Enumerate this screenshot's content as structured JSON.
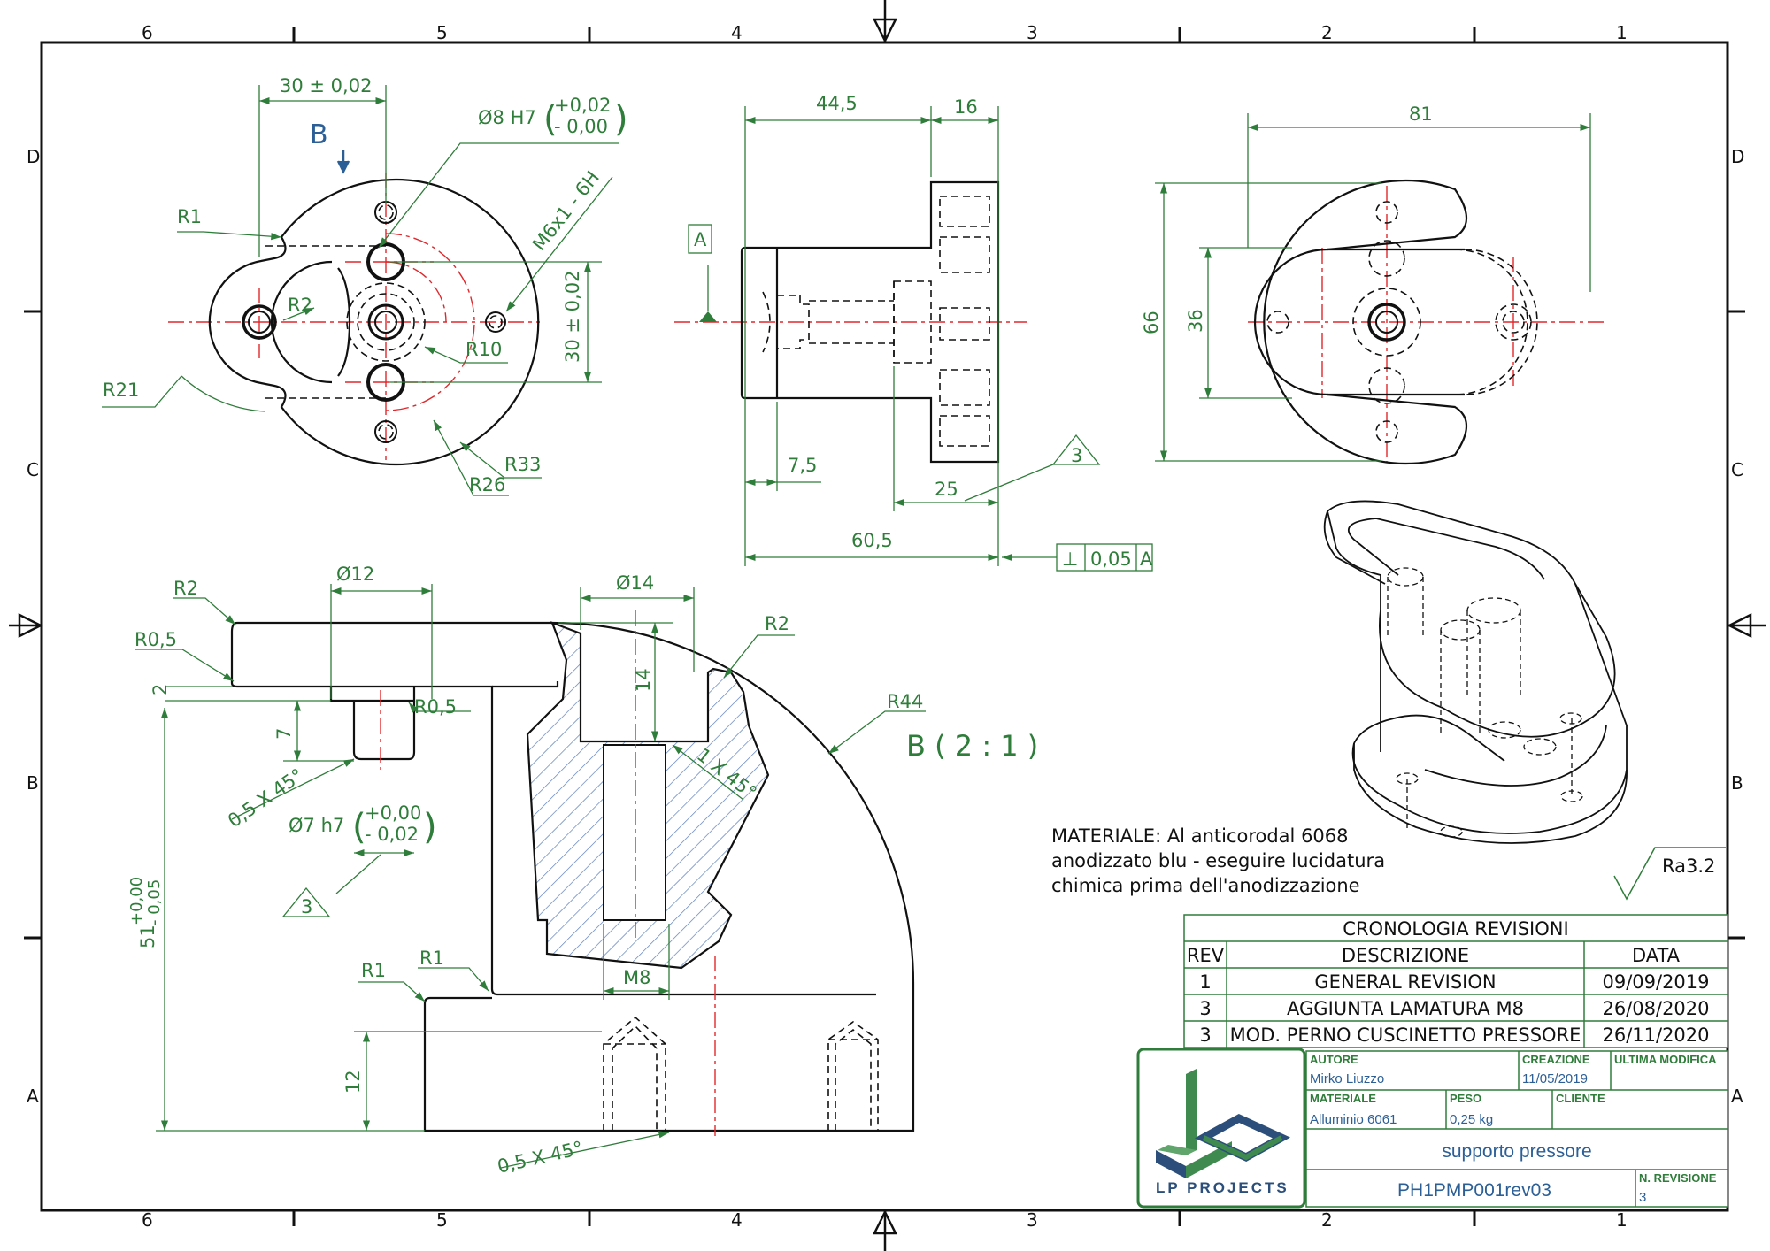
{
  "sheet": {
    "column_labels": [
      "6",
      "5",
      "4",
      "3",
      "2",
      "1"
    ],
    "row_labels": [
      "D",
      "C",
      "B",
      "A"
    ]
  },
  "view_front": {
    "section_marker": "B",
    "dims": {
      "width_30": "30 ± 0,02",
      "bore_label": "Ø8 H7",
      "bore_tol_upper": "+0,02",
      "bore_tol_lower": "- 0,00",
      "thread": "M6x1 - 6H",
      "height_30": "30 ± 0,02",
      "r1": "R1",
      "r2": "R2",
      "r10": "R10",
      "r21": "R21",
      "r26": "R26",
      "r33": "R33"
    }
  },
  "view_side": {
    "datum": "A",
    "dims": {
      "d44_5": "44,5",
      "d16": "16",
      "d7_5": "7,5",
      "d25": "25",
      "d60_5": "60,5"
    },
    "note_triangle": "3",
    "perpendicularity_symbol": "⊥",
    "perpendicularity_value": "0,05",
    "perpendicularity_datum": "A"
  },
  "view_top": {
    "dims": {
      "d81": "81",
      "d66": "66",
      "d36": "36"
    }
  },
  "detail_b": {
    "title": "B ( 2 : 1 )",
    "dims": {
      "r2_top": "R2",
      "r0_5_a": "R0,5",
      "d12": "Ø12",
      "d2": "2",
      "r0_5_b": "R0,5",
      "d7": "7",
      "chamfer_a": "0,5 X 45°",
      "pin_label": "Ø7 h7",
      "pin_tol_upper": "+0,00",
      "pin_tol_lower": "- 0,02",
      "note_triangle": "3",
      "h51": "51",
      "h51_tol_upper": "+0,00",
      "h51_tol_lower": "- 0,05",
      "d14_dia": "Ø14",
      "d14_depth": "14",
      "r2_right": "R2",
      "chamfer_b": "1 X 45°",
      "r44": "R44",
      "m8": "M8",
      "r1_a": "R1",
      "r1_b": "R1",
      "d12_height": "12",
      "chamfer_c": "0,5 X 45°"
    }
  },
  "notes": {
    "material_line1": "MATERIALE: Al anticorodal 6068",
    "material_line2": "anodizzato blu - eseguire lucidatura",
    "material_line3": "chimica prima dell'anodizzazione",
    "roughness": "Ra3.2"
  },
  "revisions": {
    "title": "CRONOLOGIA REVISIONI",
    "headers": [
      "REV",
      "DESCRIZIONE",
      "DATA"
    ],
    "rows": [
      [
        "1",
        "GENERAL REVISION",
        "09/09/2019"
      ],
      [
        "3",
        "AGGIUNTA LAMATURA M8",
        "26/08/2020"
      ],
      [
        "3",
        "MOD. PERNO CUSCINETTO PRESSORE",
        "26/11/2020"
      ]
    ]
  },
  "title_block": {
    "logo_text": "LP PROJECTS",
    "autore_label": "AUTORE",
    "autore": "Mirko Liuzzo",
    "creazione_label": "CREAZIONE",
    "creazione": "11/05/2019",
    "ultima_label": "ULTIMA MODIFICA",
    "materiale_label": "MATERIALE",
    "materiale": "Alluminio 6061",
    "peso_label": "PESO",
    "peso": "0,25 kg",
    "cliente_label": "CLIENTE",
    "part_name": "supporto pressore",
    "drawing_number": "PH1PMP001rev03",
    "rev_label": "N. REVISIONE",
    "rev": "3"
  },
  "colors": {
    "dimension": "#2f7d3a",
    "centerline": "#e0282c",
    "outline": "#111111",
    "section_marker": "#2b5f96",
    "hatch": "#5b7fb8",
    "logo_green": "#3f8a4f",
    "logo_blue": "#2b4f7a"
  }
}
